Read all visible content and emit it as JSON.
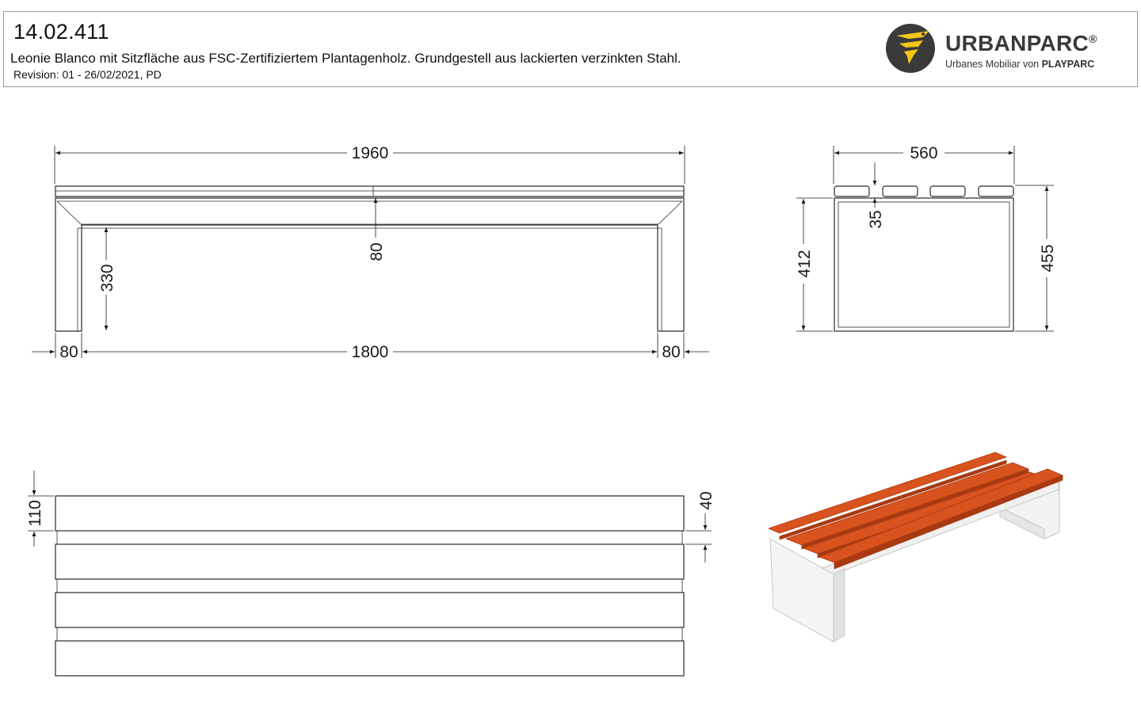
{
  "header": {
    "doc_number": "14.02.411",
    "description": "Leonie Blanco mit Sitzfläche aus FSC-Zertifiziertem Plantagenholz. Grundgestell aus lackierten verzinkten Stahl.",
    "revision": "Revision: 01 - 26/02/2021, PD"
  },
  "brand": {
    "name": "URBANPARC",
    "registered": "®",
    "tagline_prefix": "Urbanes Mobiliar von ",
    "tagline_brand": "PLAYPARC",
    "accent_color": "#f5c518",
    "dark_color": "#3a3a3a"
  },
  "dimensions": {
    "front_total_length": "1960",
    "front_inner_length": "1800",
    "front_leg_left": "80",
    "front_leg_right": "80",
    "front_leg_clearance": "330",
    "front_frame_depth": "80",
    "side_width": "560",
    "side_slat_height": "35",
    "side_frame_height": "412",
    "side_total_height": "455",
    "top_slat_width": "110",
    "top_slat_gap": "40"
  },
  "colors": {
    "wood": "#d9531e",
    "wood_dark": "#a83a12",
    "steel": "#ffffff",
    "line": "#2a2a2a"
  }
}
